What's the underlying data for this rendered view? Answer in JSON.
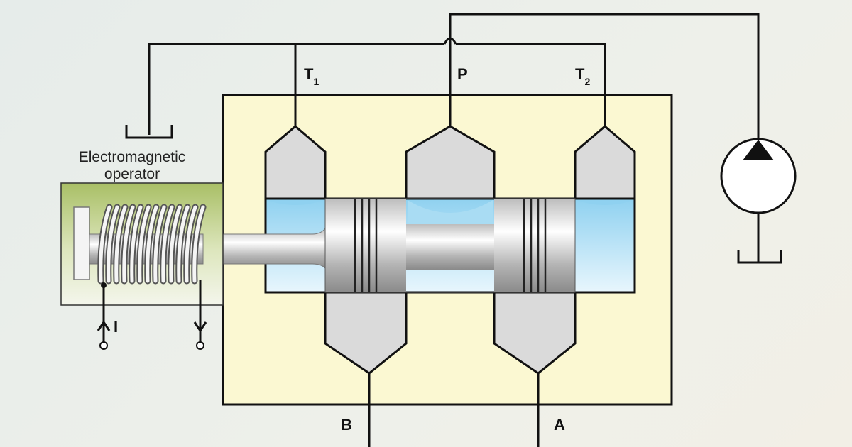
{
  "ports": {
    "t1": {
      "letter": "T",
      "sub": "1"
    },
    "p": {
      "letter": "P"
    },
    "t2": {
      "letter": "T",
      "sub": "2"
    },
    "b": {
      "letter": "B"
    },
    "a": {
      "letter": "A"
    }
  },
  "operator": {
    "label_line1": "Electromagnetic",
    "label_line2": "operator"
  },
  "current": {
    "label": "I"
  },
  "colors": {
    "valve_body": "#fbf8d2",
    "operator_box": "#b9cc7a",
    "fluid": "#a9dcf3",
    "chamber": "#dadada",
    "line": "#111111"
  },
  "icons": [
    "pump-symbol-icon",
    "tank-symbol-icon",
    "coil-icon",
    "spool-icon"
  ]
}
